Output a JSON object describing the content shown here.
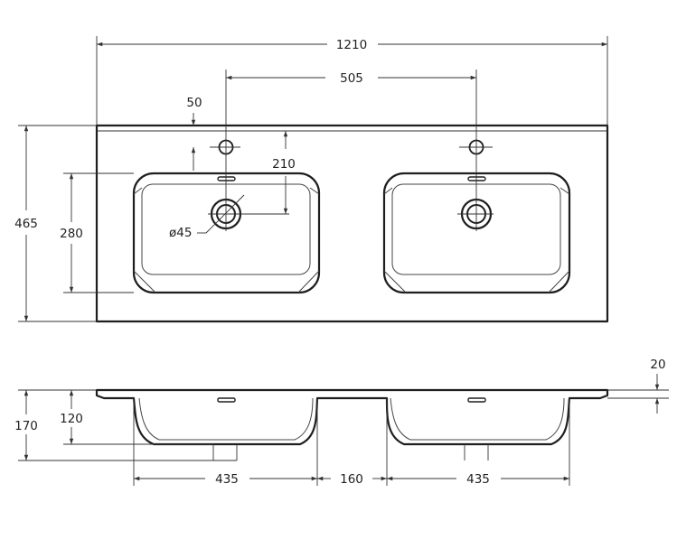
{
  "drawing": {
    "top_view": {
      "overall_width": "1210",
      "center_spacing": "505",
      "tap_hole_offset": "50",
      "drain_offset": "210",
      "drain_diameter": "ø45",
      "overall_depth": "465",
      "bowl_depth": "280"
    },
    "side_view": {
      "rim_thickness": "20",
      "total_height": "170",
      "bowl_height": "120",
      "bowl_width_left": "435",
      "bowl_gap": "160",
      "bowl_width_right": "435"
    }
  }
}
